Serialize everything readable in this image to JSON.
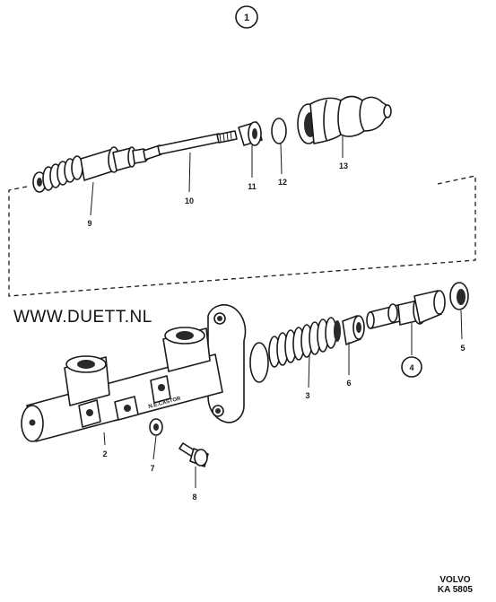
{
  "figure": {
    "group_number": "1",
    "watermark": "WWW.DUETT.NL",
    "brand": "VOLVO",
    "drawing_code": "KA 5805",
    "casting_mark": "N.E.CASTOR"
  },
  "part_labels": [
    "1",
    "2",
    "3",
    "4",
    "5",
    "6",
    "7",
    "8",
    "9",
    "10",
    "11",
    "12",
    "13"
  ],
  "colors": {
    "ink": "#1a1a1a",
    "background": "#ffffff"
  }
}
